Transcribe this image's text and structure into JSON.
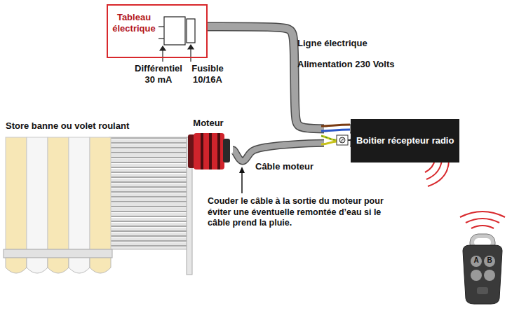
{
  "diagram": {
    "nodes": [
      {
        "text": [
          "Tableau électrique"
        ]
      },
      {
        "text": [
          "Moteur"
        ]
      },
      {
        "text": [
          "Boitier récepteur radio"
        ]
      }
    ],
    "edges": [
      {
        "from": 0,
        "to": 2,
        "arrow": "none",
        "label": "Ligne électrique"
      },
      {
        "from": 1,
        "to": 2,
        "arrow": "none",
        "label": "Câble moteur"
      }
    ],
    "labels": [
      "Différentiel 30 mA",
      "Fusible 10/16A",
      "Alimentation 230 Volts",
      "Store banne ou volet roulant",
      "Couder le câble à la sortie du moteur pour éviter une éventuelle remontée d’eau si le câble prend la pluie.",
      "A",
      "B"
    ]
  }
}
